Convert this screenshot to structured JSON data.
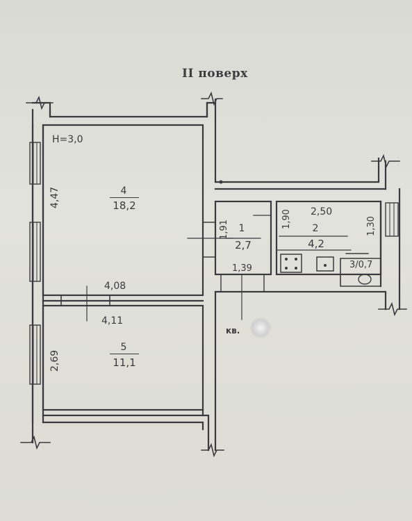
{
  "title": "II поверх",
  "height_label": "H=3,0",
  "rooms": [
    {
      "id": "1",
      "number": "1",
      "area": "2,7"
    },
    {
      "id": "2",
      "number": "2",
      "area": "4,2"
    },
    {
      "id": "3",
      "label": "3/0,7"
    },
    {
      "id": "4",
      "number": "4",
      "area": "18,2"
    },
    {
      "id": "5",
      "number": "5",
      "area": "11,1"
    }
  ],
  "dimensions": {
    "room4_height": "4,47",
    "room4_width": "4,08",
    "room5_width": "4,11",
    "room5_height": "2,69",
    "room1_height": "1,91",
    "room1_width": "1,39",
    "room2_height": "1,90",
    "room2_width": "2,50",
    "right_height": "1,30"
  },
  "apartment_label": "кв."
}
